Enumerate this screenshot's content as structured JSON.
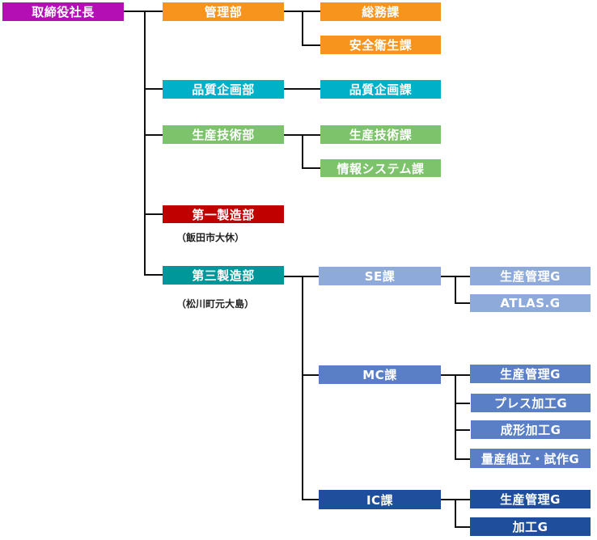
{
  "colors": {
    "president": "#b40fb4",
    "admin": "#f7941d",
    "quality": "#00b0c8",
    "production_tech": "#7cc36c",
    "plant1": "#c00000",
    "plant3": "#00979b",
    "se": "#8eaadb",
    "mc": "#5b7fc7",
    "ic": "#1f4e9c",
    "line": "#111111"
  },
  "president": {
    "label": "取締役社長"
  },
  "departments": [
    {
      "id": "admin",
      "label": "管理部",
      "sections": [
        {
          "label": "総務課"
        },
        {
          "label": "安全衛生課"
        }
      ]
    },
    {
      "id": "quality",
      "label": "品質企画部",
      "sections": [
        {
          "label": "品質企画課"
        }
      ]
    },
    {
      "id": "production_tech",
      "label": "生産技術部",
      "sections": [
        {
          "label": "生産技術課"
        },
        {
          "label": "情報システム課"
        }
      ]
    },
    {
      "id": "plant1",
      "label": "第一製造部",
      "location": "（飯田市大休）",
      "sections": []
    },
    {
      "id": "plant3",
      "label": "第三製造部",
      "location": "（松川町元大島）",
      "sections": [
        {
          "label": "SE課",
          "groups": [
            {
              "label": "生産管理G"
            },
            {
              "label": "ATLAS.G"
            }
          ]
        },
        {
          "label": "MC課",
          "groups": [
            {
              "label": "生産管理G"
            },
            {
              "label": "プレス加工G"
            },
            {
              "label": "成形加工G"
            },
            {
              "label": "量産組立・試作G"
            }
          ]
        },
        {
          "label": "IC課",
          "groups": [
            {
              "label": "生産管理G"
            },
            {
              "label": "加工G"
            }
          ]
        }
      ]
    }
  ]
}
